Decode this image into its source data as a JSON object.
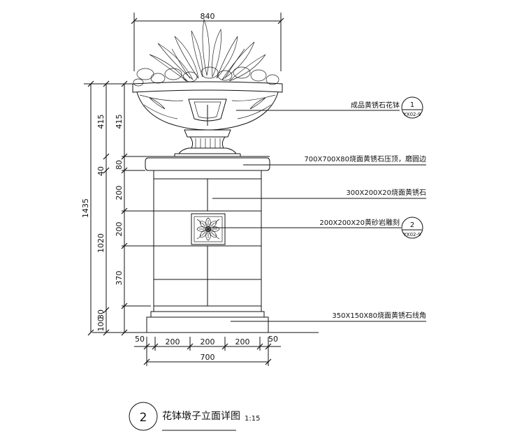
{
  "dimensions": {
    "top_width": "840",
    "total_height": "1435",
    "pot_height_outer": "415",
    "pot_height_inner": "415",
    "cap_outer": "40",
    "cap_inner": "80",
    "row_a": "200",
    "row_b": "200",
    "row_c": "370",
    "body_height": "1020",
    "base_a": "30",
    "base_b": "100",
    "bottom_left": "50",
    "bottom_right": "50",
    "seg_1": "200",
    "seg_2": "200",
    "seg_3": "200",
    "bottom_width": "700"
  },
  "callouts": [
    {
      "text": "成品黄锈石花钵",
      "ref_number": "1",
      "ref_sheet": "YX02-9"
    },
    {
      "text": "700X700X80烧面黄锈石压顶，磨圆边"
    },
    {
      "text": "300X200X20烧面黄锈石"
    },
    {
      "text": "200X200X20黄砂岩雕刻",
      "ref_number": "2",
      "ref_sheet": "YX02-9"
    },
    {
      "text": "350X150X80烧面黄锈石线角"
    }
  ],
  "title": {
    "number": "2",
    "name": "花钵墩子立面详图",
    "scale": "1:15"
  }
}
